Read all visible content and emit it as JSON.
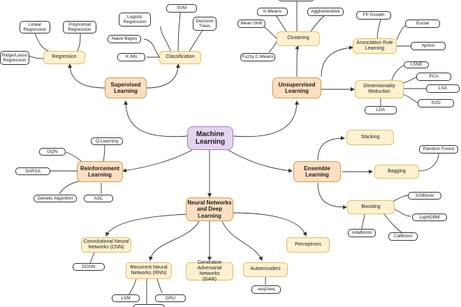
{
  "root": {
    "label": "Machine\nLearning"
  },
  "majors": {
    "supervised": "Supervised\nLearning",
    "unsupervised": "Unsupervised\nLearning",
    "reinforcement": "Reinforcement\nLearning",
    "ensemble": "Ensemble\nLearning",
    "neural": "Neural Networks\nand Deep\nLearning"
  },
  "categories": {
    "regression": "Regression",
    "classification": "Classification",
    "clustering": "Clustering",
    "association": "Association Rule\nLearning",
    "dimensionality": "Dimensionality\nReduction",
    "stacking": "Stacking",
    "bagging": "Bagging",
    "boosting": "Boosting",
    "cnn": "Convolutional Neural\nNetworks (CNN)",
    "rnn": "Recurrent Neural\nNetworks (RNN)",
    "gan": "Generative\nAdversarial Networks\n(GAN)",
    "autoencoders": "Autoencoders",
    "perceptrons": "Perceptrons"
  },
  "leaves": {
    "linear_regression": "Linear\nRegression",
    "polynomial_regression": "Polynomial\nRegression",
    "ridge_lasso": "Ridge/Lasso\nRegression",
    "logistic_regression": "Logistic\nRegression",
    "svm": "SVM",
    "decision_trees": "Decision\nTrees",
    "naive_bayes": "Naive Bayes",
    "knn": "K-NN",
    "kmeans": "K-Means",
    "agglomerative": "Agglomerative",
    "mean_shift": "Mean Shift",
    "fuzzy_cmeans": "Fuzzy C-Means",
    "fp_growth": "FP Growth",
    "euclat": "Euclat",
    "apriori": "Apriori",
    "tsne": "t-SNE",
    "pca": "PCA",
    "lsa": "LSA",
    "svd": "SVD",
    "lda": "LDA",
    "qlearning": "Q-Learning",
    "dqn": "DQN",
    "sarsa": "SARSA",
    "genetic_algorithm": "Genetic Algorithm",
    "a3c": "A3C",
    "random_forest": "Random Forest",
    "xgboost": "XGBoost",
    "lightgbm": "LightGBM",
    "adaboost": "AdaBoost",
    "catboost": "CatBoost",
    "dcnn": "DCNN",
    "lsm": "LSM",
    "gru": "GRU",
    "seq2seq": "seq2seq"
  },
  "colors": {
    "root_fill": "#e4d5ef",
    "major_fill": "#fbdfc0",
    "category_fill": "#fdf1cf",
    "leaf_fill": "#ffffff",
    "edge": "#333333"
  }
}
